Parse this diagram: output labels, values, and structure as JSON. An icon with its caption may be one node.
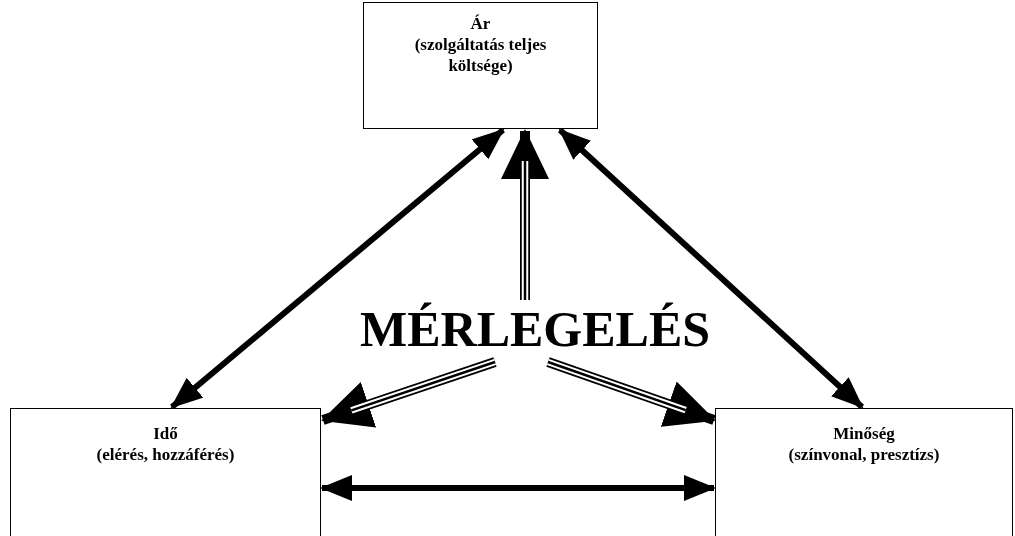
{
  "diagram": {
    "nodes": [
      {
        "text": [
          "Ár",
          "(szolgáltatás teljes költsége)"
        ]
      },
      {
        "text": [
          "MÉRLEGELÉS"
        ]
      },
      {
        "text": [
          "Idő",
          "(elérés, hozzáférés)"
        ]
      },
      {
        "text": [
          "Minőség",
          "(színvonal, presztízs)"
        ]
      }
    ],
    "edges": [
      {
        "from": 0,
        "to": 2,
        "arrow": "both"
      },
      {
        "from": 0,
        "to": 3,
        "arrow": "both"
      },
      {
        "from": 2,
        "to": 3,
        "arrow": "both"
      },
      {
        "from": 1,
        "to": 0,
        "arrow": "to"
      },
      {
        "from": 1,
        "to": 2,
        "arrow": "to"
      },
      {
        "from": 1,
        "to": 3,
        "arrow": "to"
      }
    ]
  }
}
